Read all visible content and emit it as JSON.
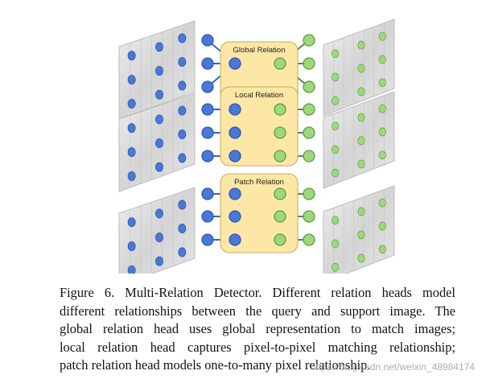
{
  "figure": {
    "relation_heads": [
      {
        "title": "Global Relation"
      },
      {
        "title": "Local Relation"
      },
      {
        "title": "Patch Relation"
      }
    ],
    "colors": {
      "query_node": "#4a78d8",
      "support_node": "#9ed87a",
      "box_fill": "#fde7a6",
      "box_stroke": "#c7a85c",
      "blue_edge": "#3b64c4",
      "green_edge": "#4f8a3c",
      "red_edge": "#ef8a8a",
      "panel": "#d9d9d9"
    },
    "icons": [
      "query-image-icon",
      "support-image-icon"
    ]
  },
  "caption": {
    "lines": [
      "Figure 6. Multi-Relation Detector. Different relation heads model",
      "different relationships between the query and support image. The",
      "global relation head uses global representation to match images;",
      "local relation head captures pixel-to-pixel matching relationship;",
      "patch relation head models one-to-many pixel relationship."
    ]
  },
  "watermark": "https://blog.csdn.net/weixin_48984174"
}
